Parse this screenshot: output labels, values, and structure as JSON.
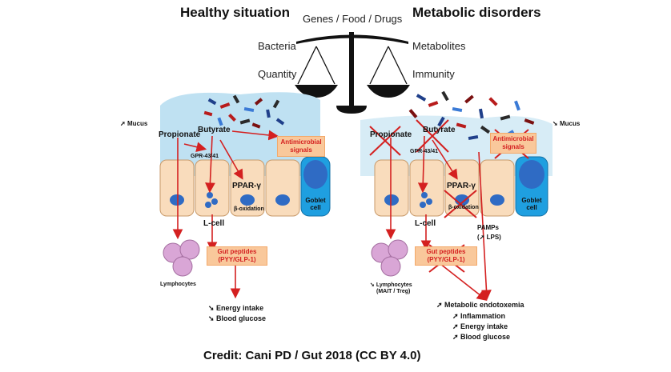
{
  "titles": {
    "healthy": "Healthy situation",
    "disorders": "Metabolic disorders"
  },
  "balance": {
    "top": "Genes / Food / Drugs",
    "left1": "Bacteria",
    "left2": "Quantity",
    "right1": "Metabolites",
    "right2": "Immunity"
  },
  "healthy": {
    "mucus": "Mucus",
    "propionate": "Propionate",
    "butyrate": "Butyrate",
    "gpr": "GPR-43/41",
    "antimicrobial": "Antimicrobial signals",
    "ppar": "PPAR-γ",
    "beta_ox": "β-oxidation",
    "goblet": "Goblet cell",
    "lcell": "L-cell",
    "gut_peptides": "Gut peptides (PYY/GLP-1)",
    "lymphocytes": "Lymphocytes",
    "energy": "Energy intake",
    "glucose": "Blood glucose"
  },
  "disorder": {
    "mucus": "Mucus",
    "propionate": "Propionate",
    "butyrate": "Butyrate",
    "gpr": "GPR-43/41",
    "antimicrobial": "Antimicrobial signals",
    "ppar": "PPAR-γ",
    "beta_ox": "β-oxidation",
    "goblet": "Goblet cell",
    "lcell": "L-cell",
    "pamps": "PAMPs",
    "lps": "LPS",
    "gut_peptides": "Gut peptides (PYY/GLP-1)",
    "lymphocytes": "Lymphocytes",
    "lymph_sub": "(MAIT / Treg)",
    "endotoxemia": "Metabolic endotoxemia",
    "inflammation": "Inflammation",
    "energy": "Energy intake",
    "glucose": "Blood glucose"
  },
  "credit": "Credit: Cani PD / Gut 2018 (CC BY 4.0)",
  "colors": {
    "arrow": "#d42020",
    "mucus": "#bfe1f2",
    "cell": "#f9dcbc",
    "nucleus": "#2f6bc4",
    "goblet": "#1f9fe0",
    "box": "#f9c89b",
    "lymph": "#d9a6d6"
  }
}
